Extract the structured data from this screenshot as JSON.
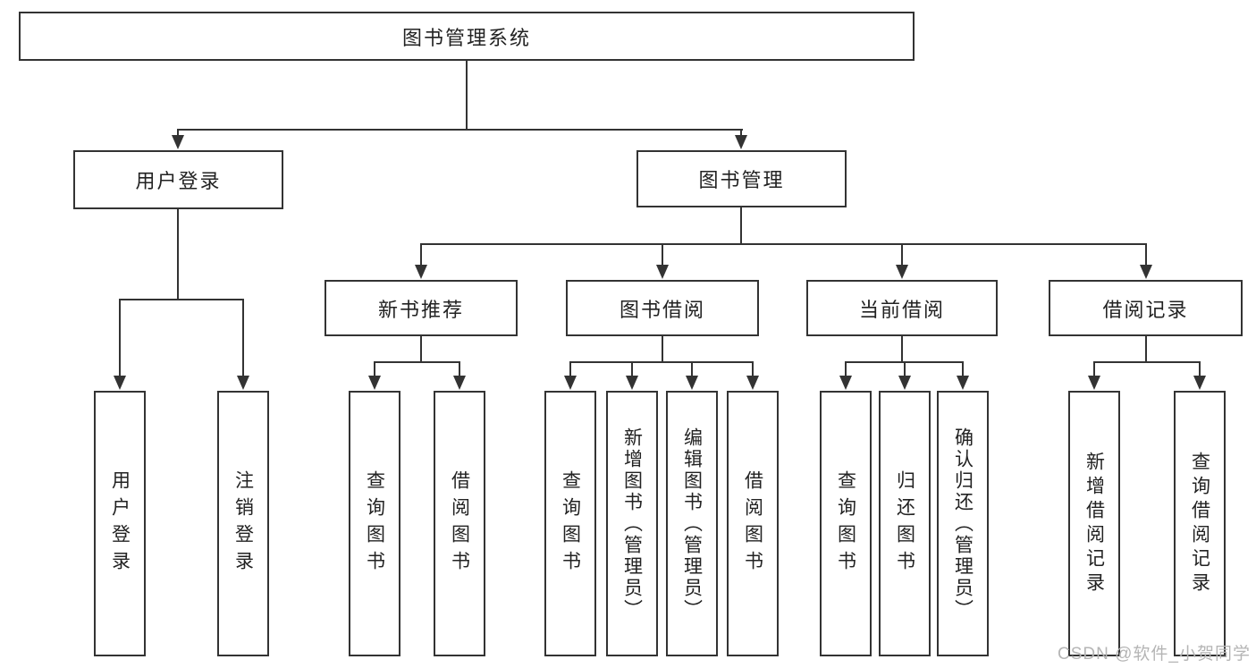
{
  "diagram": {
    "type": "tree",
    "root": {
      "label": "图书管理系统",
      "children": [
        {
          "label": "用户登录",
          "children": [
            {
              "label": "用户登录"
            },
            {
              "label": "注销登录"
            }
          ]
        },
        {
          "label": "图书管理",
          "children": [
            {
              "label": "新书推荐",
              "children": [
                {
                  "label": "查询图书"
                },
                {
                  "label": "借阅图书"
                }
              ]
            },
            {
              "label": "图书借阅",
              "children": [
                {
                  "label": "查询图书"
                },
                {
                  "label": "新增图书（管理员）"
                },
                {
                  "label": "编辑图书（管理员）"
                },
                {
                  "label": "借阅图书"
                }
              ]
            },
            {
              "label": "当前借阅",
              "children": [
                {
                  "label": "查询图书"
                },
                {
                  "label": "归还图书"
                },
                {
                  "label": "确认归还（管理员）"
                }
              ]
            },
            {
              "label": "借阅记录",
              "children": [
                {
                  "label": "新增借阅记录"
                },
                {
                  "label": "查询借阅记录"
                }
              ]
            }
          ]
        }
      ]
    }
  },
  "watermark": {
    "text": "CSDN @软件_小贺同学"
  },
  "colors": {
    "background": "#ffffff",
    "box_border": "#333333",
    "connector_line": "#333333",
    "text": "#222222",
    "watermark_text": "#b5b5b5"
  }
}
